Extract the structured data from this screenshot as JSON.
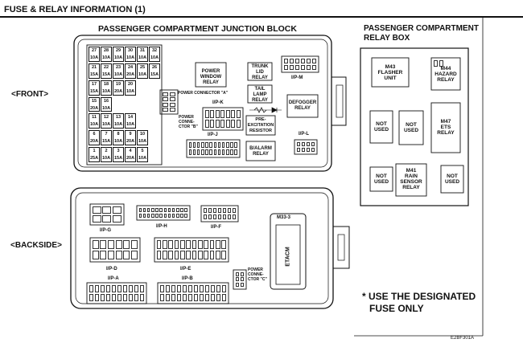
{
  "page": {
    "title": "FUSE & RELAY INFORMATION (1)",
    "junction_block_title": "PASSENGER COMPARTMENT JUNCTION BLOCK",
    "relay_box_title_line1": "PASSENGER COMPARTMENT",
    "relay_box_title_line2": "RELAY BOX",
    "front_label": "FRONT",
    "backside_label": "BACKSIDE",
    "note_line1": "USE THE DESIGNATED",
    "note_line2": "FUSE ONLY",
    "note_star": "*",
    "figure_code": "E2BF301A"
  },
  "front": {
    "fuse_rows": [
      {
        "nums": [
          "27",
          "28",
          "29",
          "30",
          "31",
          "32"
        ],
        "amps": [
          "10A",
          "10A",
          "10A",
          "10A",
          "10A",
          "10A"
        ]
      },
      {
        "nums": [
          "21",
          "22",
          "23",
          "24",
          "25",
          "26"
        ],
        "amps": [
          "15A",
          "15A",
          "10A",
          "20A",
          "10A",
          "15A"
        ]
      },
      {
        "nums": [
          "17",
          "18",
          "19",
          "20"
        ],
        "amps": [
          "15A",
          "10A",
          "20A",
          "10A"
        ]
      },
      {
        "nums": [
          "15",
          "16"
        ],
        "amps": [
          "20A",
          "10A"
        ]
      },
      {
        "nums": [
          "11",
          "12",
          "13",
          "14"
        ],
        "amps": [
          "10A",
          "10A",
          "10A",
          "10A"
        ]
      },
      {
        "nums": [
          "6",
          "7",
          "8",
          "9",
          "10"
        ],
        "amps": [
          "20A",
          "15A",
          "10A",
          "20A",
          "10A"
        ]
      },
      {
        "nums": [
          "1",
          "2",
          "3",
          "4",
          "5"
        ],
        "amps": [
          "25A",
          "10A",
          "15A",
          "20A",
          "10A"
        ]
      }
    ],
    "relays": {
      "power_window": [
        "POWER",
        "WINDOW",
        "RELAY"
      ],
      "trunk_lid": [
        "TRUNK",
        "LID",
        "RELAY"
      ],
      "tail_lamp": [
        "TAIL",
        "LAMP",
        "RELAY"
      ],
      "pre_excitation": [
        "PRE-",
        "EXCITATION",
        "RESISTOR"
      ],
      "b_alarm": [
        "B/ALARM",
        "RELAY"
      ],
      "defogger": [
        "DEFOGGER",
        "RELAY"
      ]
    },
    "connectors": {
      "ip_m": "I/P-M",
      "ip_k": "I/P-K",
      "ip_j": "I/P-J",
      "ip_l": "I/P-L",
      "power_connector_a": "POWER CONNECTOR \"A\"",
      "power_connector_b_line1": "POWER",
      "power_connector_b_line2": "CONNE-",
      "power_connector_b_line3": "CTOR \"B\""
    }
  },
  "backside": {
    "connectors": {
      "ip_g": "I/P-G",
      "ip_h": "I/P-H",
      "ip_f": "I/P-F",
      "ip_d": "I/P-D",
      "ip_e": "I/P-E",
      "ip_a": "I/P-A",
      "ip_b": "I/P-B",
      "m33_3": "M33-3",
      "etacm": "ETACM",
      "power_connector_c_line1": "POWER",
      "power_connector_c_line2": "CONNE-",
      "power_connector_c_line3": "CTOR \"C\""
    }
  },
  "relay_box": {
    "m43": [
      "M43",
      "FLASHER",
      "UNIT"
    ],
    "m44": [
      "M44",
      "HAZARD",
      "RELAY"
    ],
    "not_used_1": [
      "NOT",
      "USED"
    ],
    "not_used_2": [
      "NOT",
      "USED"
    ],
    "m47": [
      "M47",
      "ETS",
      "RELAY"
    ],
    "not_used_3": [
      "NOT",
      "USED"
    ],
    "m41": [
      "M41",
      "RAIN",
      "SENSOR",
      "RELAY"
    ],
    "not_used_4": [
      "NOT",
      "USED"
    ]
  }
}
